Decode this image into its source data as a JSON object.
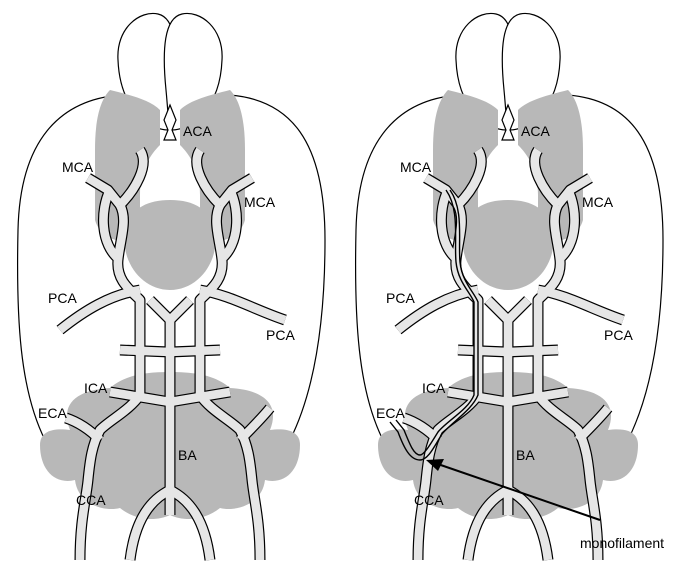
{
  "panels": [
    {
      "id": "left",
      "labels": {
        "aca": "ACA",
        "mca_left": "MCA",
        "mca_right": "MCA",
        "pca_left": "PCA",
        "pca_right": "PCA",
        "ica": "ICA",
        "eca": "ECA",
        "ba": "BA",
        "cca": "CCA"
      }
    },
    {
      "id": "right",
      "labels": {
        "aca": "ACA",
        "mca_left": "MCA",
        "mca_right": "MCA",
        "pca_left": "PCA",
        "pca_right": "PCA",
        "ica": "ICA",
        "eca": "ECA",
        "ba": "BA",
        "cca": "CCA"
      },
      "annotation": "monofilament"
    }
  ],
  "colors": {
    "tissue_gray": "#b8b8b8",
    "vessel_fill": "#e6e6e6",
    "outline": "#000000"
  }
}
